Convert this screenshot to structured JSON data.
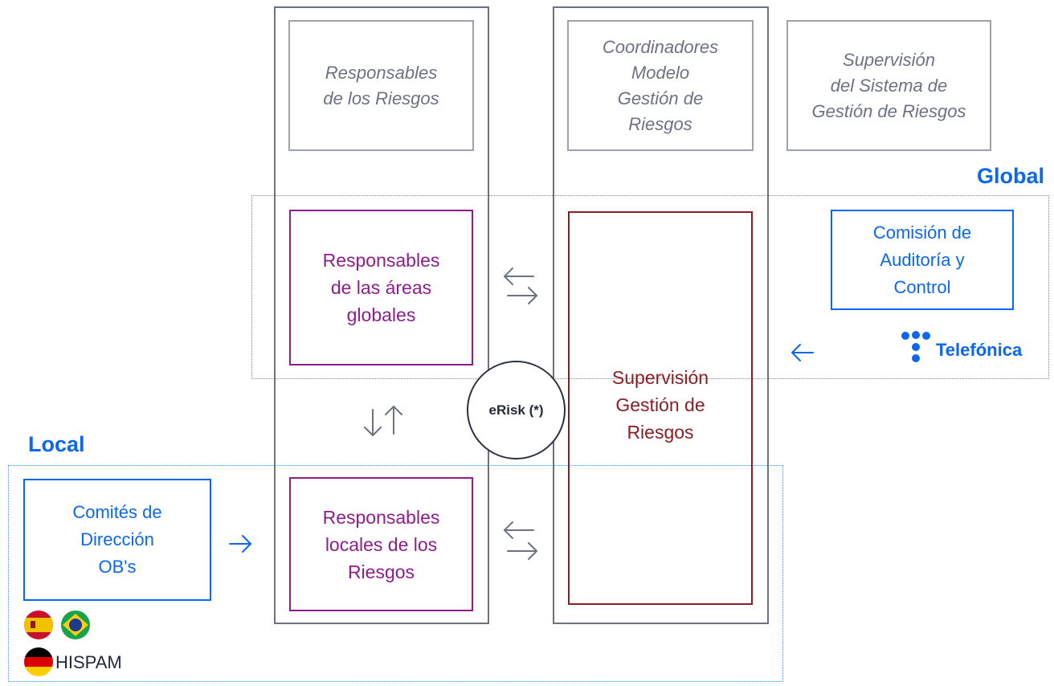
{
  "top_boxes": {
    "responsables_riesgos": "Responsables\nde los Riesgos",
    "coordinadores": "Coordinadores\nModelo\nGestión de\nRiesgos",
    "supervision_sistema": "Supervisión\ndel Sistema de\nGestión de Riesgos"
  },
  "regions": {
    "global_label": "Global",
    "local_label": "Local"
  },
  "boxes": {
    "areas_globales": "Responsables\nde las áreas\nglobales",
    "locales": "Responsables\nlocales de los\nRiesgos",
    "supervision_gestion": "Supervisión\nGestión de\nRiesgos",
    "comision": "Comisión de\nAuditoría y\nControl",
    "comites": "Comités de\nDirección\nOB's"
  },
  "hub": {
    "label": "eRisk (*)"
  },
  "brand": {
    "name": "Telefónica"
  },
  "flags": {
    "label": "HISPAM"
  },
  "colors": {
    "blue": "#0b66f0",
    "purple": "#8e1d8c",
    "dark_red": "#8b1e24",
    "gray": "#6b7280"
  }
}
